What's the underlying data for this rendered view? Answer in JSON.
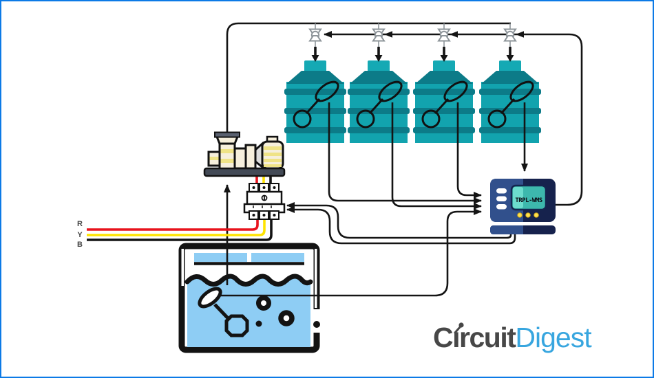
{
  "diagram": {
    "phase_labels": {
      "r": "R",
      "y": "Y",
      "b": "B"
    },
    "controller": {
      "screen_text": "TRPL-WMS",
      "button_count": 3,
      "led_count": 3
    },
    "tanks": {
      "count": 4,
      "each_has": "float-sensor"
    },
    "valves": {
      "count": 4
    },
    "sump": {
      "has_float_sensor": true,
      "bubble_count": 3
    },
    "logo": {
      "circuit": "Circuit",
      "digest": "Digest",
      "circuit_c": "C",
      "circuit_i": "ı",
      "circuit_tail": "rcuit"
    },
    "colors": {
      "frame_border": "#0c7ae6",
      "tank_teal": "#14a6b0",
      "tank_dark_teal": "#0c7b88",
      "water_blue": "#8ecdf4",
      "wire_red": "#e8131d",
      "wire_yellow": "#ffe400",
      "wire_black": "#141414",
      "valve_gray": "#8d9499",
      "controller_navy": "#16224d",
      "controller_light_blue": "#31508c",
      "screen_teal": "#3db8ad",
      "screen_light_teal": "#6cdccd",
      "led_yellow": "#ffe14d",
      "pump_cream": "#f6efdc",
      "pump_stripe_yellow": "#efe387",
      "logo_gray": "#474747",
      "logo_blue": "#38a6df"
    },
    "icons": {
      "tank": "overhead-water-tank-icon",
      "float": "float-sensor-icon",
      "valve": "solenoid-valve-icon",
      "pump": "water-pump-icon",
      "starter": "pump-starter-icon",
      "controller": "water-level-controller-icon",
      "sump": "sump-tank-icon",
      "logo_probe": "circuit-probe-icon"
    }
  }
}
